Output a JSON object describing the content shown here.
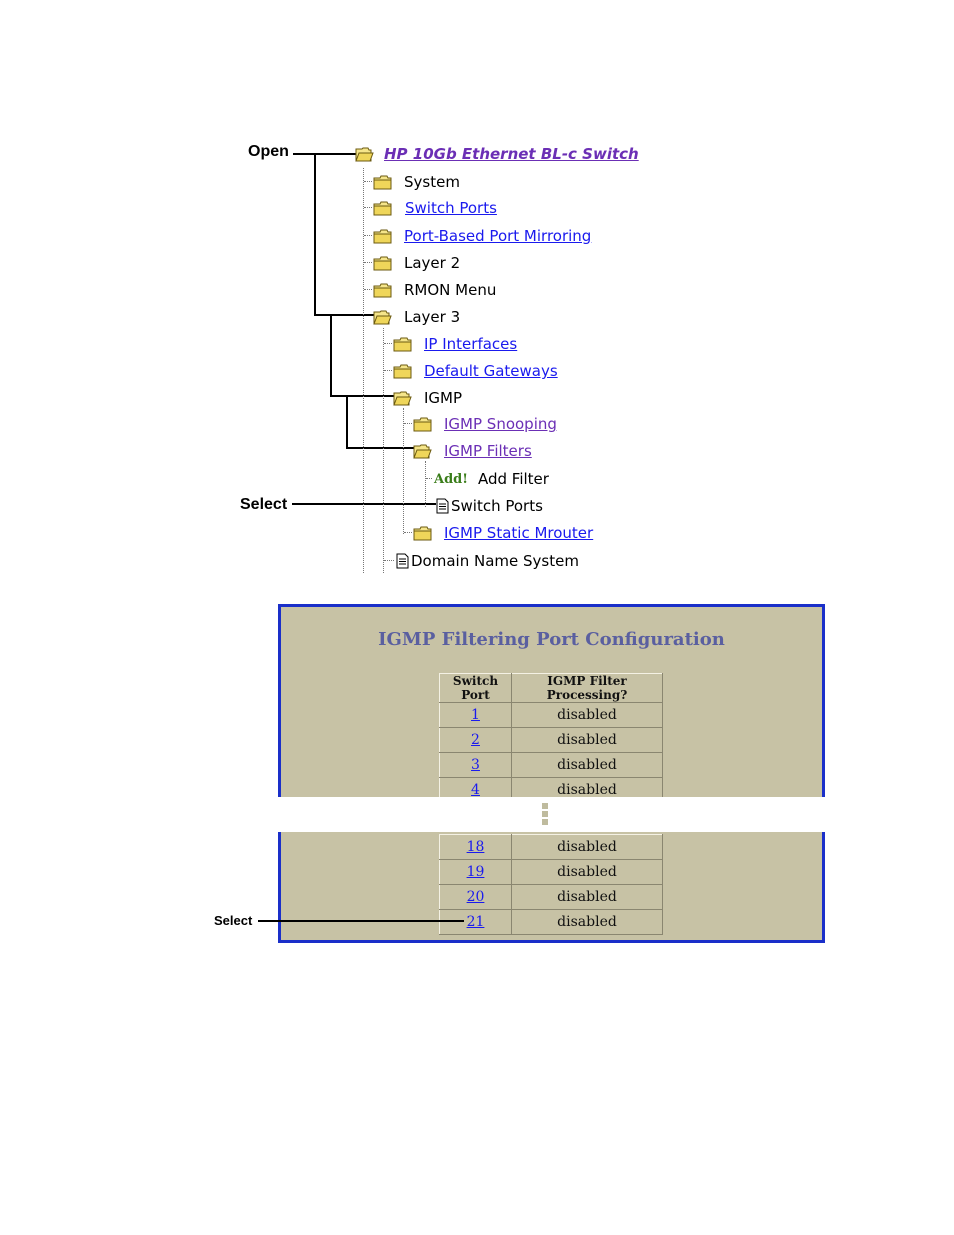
{
  "callouts": {
    "open": "Open",
    "select_tree": "Select",
    "select_table": "Select"
  },
  "tree": {
    "root": "HP 10Gb Ethernet BL-c Switch",
    "system": "System",
    "switch_ports": "Switch Ports",
    "port_mirroring": "Port-Based Port Mirroring",
    "layer2": "Layer 2",
    "rmon": "RMON Menu",
    "layer3": "Layer 3",
    "ip_interfaces": "IP Interfaces",
    "default_gateways": "Default Gateways",
    "igmp": "IGMP",
    "igmp_snooping": "IGMP Snooping",
    "igmp_filters": "IGMP Filters",
    "add_tag": "Add!",
    "add_filter": "Add Filter",
    "filter_switch_ports": "Switch Ports",
    "igmp_static_mrouter": "IGMP Static Mrouter",
    "dns": "Domain Name System"
  },
  "panel": {
    "title": "IGMP Filtering Port Configuration",
    "headers": [
      "Switch Port",
      "IGMP Filter Processing?"
    ],
    "rows_top": [
      {
        "port": "1",
        "status": "disabled"
      },
      {
        "port": "2",
        "status": "disabled"
      },
      {
        "port": "3",
        "status": "disabled"
      },
      {
        "port": "4",
        "status": "disabled"
      }
    ],
    "rows_bottom": [
      {
        "port": "18",
        "status": "disabled"
      },
      {
        "port": "19",
        "status": "disabled"
      },
      {
        "port": "20",
        "status": "disabled"
      },
      {
        "port": "21",
        "status": "disabled"
      }
    ]
  },
  "icons": [
    "folder-open-icon",
    "folder-closed-icon",
    "document-icon"
  ],
  "colors": {
    "panel_bg": "#c7c2a5",
    "panel_border": "#1a2fc9",
    "title": "#5a5fa0",
    "link": "#1a1aee",
    "visited": "#6b2fb5",
    "add_tag": "#3a7d1a"
  }
}
